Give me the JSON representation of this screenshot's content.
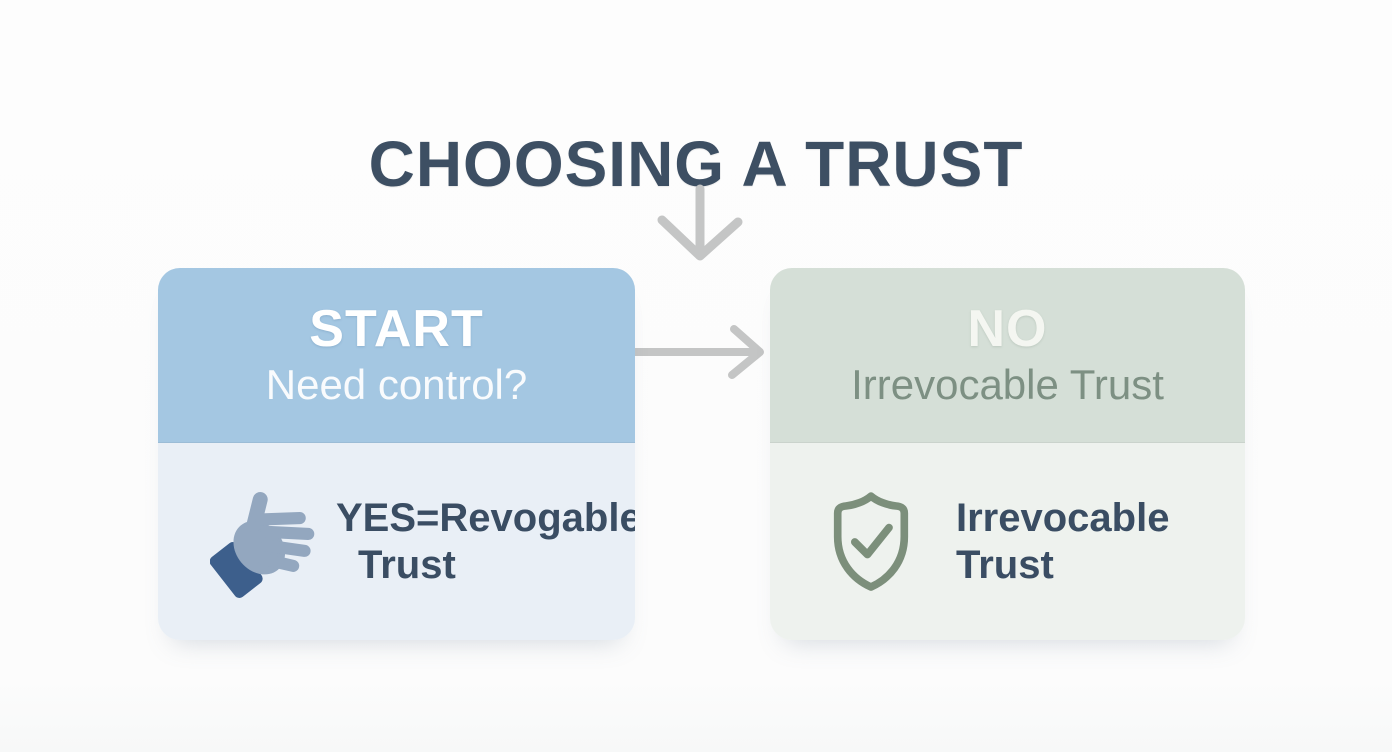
{
  "page": {
    "title": "CHOOSING A TRUST"
  },
  "flow": {
    "start_node": {
      "header": "START",
      "question": "Need control?",
      "result_line1": "YES=Revogable",
      "result_line2": "Trust",
      "icon": "thumbs-up-hand-icon"
    },
    "no_node": {
      "header": "NO",
      "subheader": "Irrevocable Trust",
      "result_line1": "Irrevocable",
      "result_line2": "Trust",
      "icon": "shield-check-icon"
    },
    "connectors": [
      "down-arrow",
      "right-arrow"
    ]
  },
  "colors": {
    "title_text": "#3d4f63",
    "start_header_bg": "#a4c7e2",
    "start_body_bg": "#e9eff6",
    "no_header_bg": "#d5dfd7",
    "no_body_bg": "#eef2ee",
    "result_text": "#3a4d63",
    "no_subheader_text": "#7d9083",
    "arrow": "#c4c5c5",
    "hand_fill": "#93a7bf",
    "cuff_fill": "#3d5f8c",
    "shield_stroke": "#7c8f7b"
  }
}
